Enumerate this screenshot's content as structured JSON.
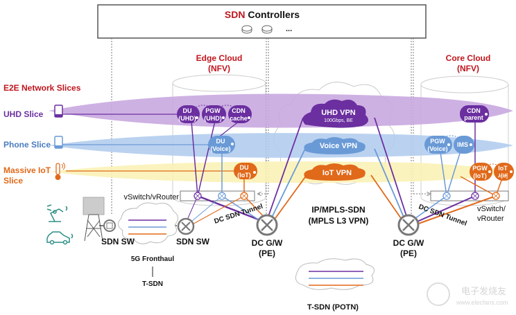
{
  "colors": {
    "uhd": "#6b2fa0",
    "uhd_band": "#c9a8e0",
    "voice": "#6a9ad6",
    "voice_band": "#b3cdee",
    "iot": "#e0691a",
    "iot_band": "#fbf2b6",
    "red_label": "#c0151d",
    "device_teal": "#2f8f86",
    "router_gray": "#7a7a7a"
  },
  "controller": {
    "title_accent": "SDN",
    "title_rest": " Controllers",
    "ellipsis": "..."
  },
  "clouds": {
    "edge": {
      "title": "Edge Cloud",
      "subtitle": "(NFV)"
    },
    "core": {
      "title": "Core Cloud",
      "subtitle": "(NFV)"
    }
  },
  "slices": {
    "heading": "E2E Network Slices",
    "uhd": "UHD Slice",
    "phone": "Phone Slice",
    "iot_line1": "Massive IoT",
    "iot_line2": "Slice"
  },
  "nfs": {
    "du_uhd": [
      "DU",
      "(UHD)"
    ],
    "pgw_uhd": [
      "PGW",
      "(UHD)"
    ],
    "cdn_cache": [
      "CDN",
      "cache"
    ],
    "du_voice": [
      "DU",
      "(Voice)"
    ],
    "du_iot": [
      "DU",
      "(IoT)"
    ],
    "cdn_parent": [
      "CDN",
      "parent"
    ],
    "pgw_voice": [
      "PGW",
      "(Voice)"
    ],
    "ims": [
      "IMS"
    ],
    "pgw_iot": [
      "PGW",
      "(IoT)"
    ],
    "iot_server": [
      "IoT",
      "서버"
    ]
  },
  "vpns": {
    "uhd": {
      "title": "UHD VPN",
      "sub": "100Gbps, BE"
    },
    "voice": {
      "title": "Voice VPN"
    },
    "iot": {
      "title": "IoT VPN"
    }
  },
  "network": {
    "vswitch_edge": "vSwitch/vRouter",
    "vswitch_core_line1": "vSwitch/",
    "vswitch_core_line2": "vRouter",
    "tunnel_edge": "DC SDN Tunnel",
    "tunnel_core": "DC SDN Tunnel",
    "sdn_sw_1": "SDN SW",
    "sdn_sw_2": "SDN SW",
    "fronthaul": "5G Fronthaul",
    "tsdn": "T-SDN",
    "mpls_line1": "IP/MPLS-SDN",
    "mpls_line2": "(MPLS L3 VPN)",
    "dcgw_line1": "DC G/W",
    "dcgw_line2": "(PE)",
    "dcgw2_line1": "DC G/W",
    "dcgw2_line2": "(PE)",
    "potn": "T-SDN (POTN)"
  },
  "watermark": {
    "cn": "电子发烧友",
    "url": "www.elecfans.com"
  }
}
